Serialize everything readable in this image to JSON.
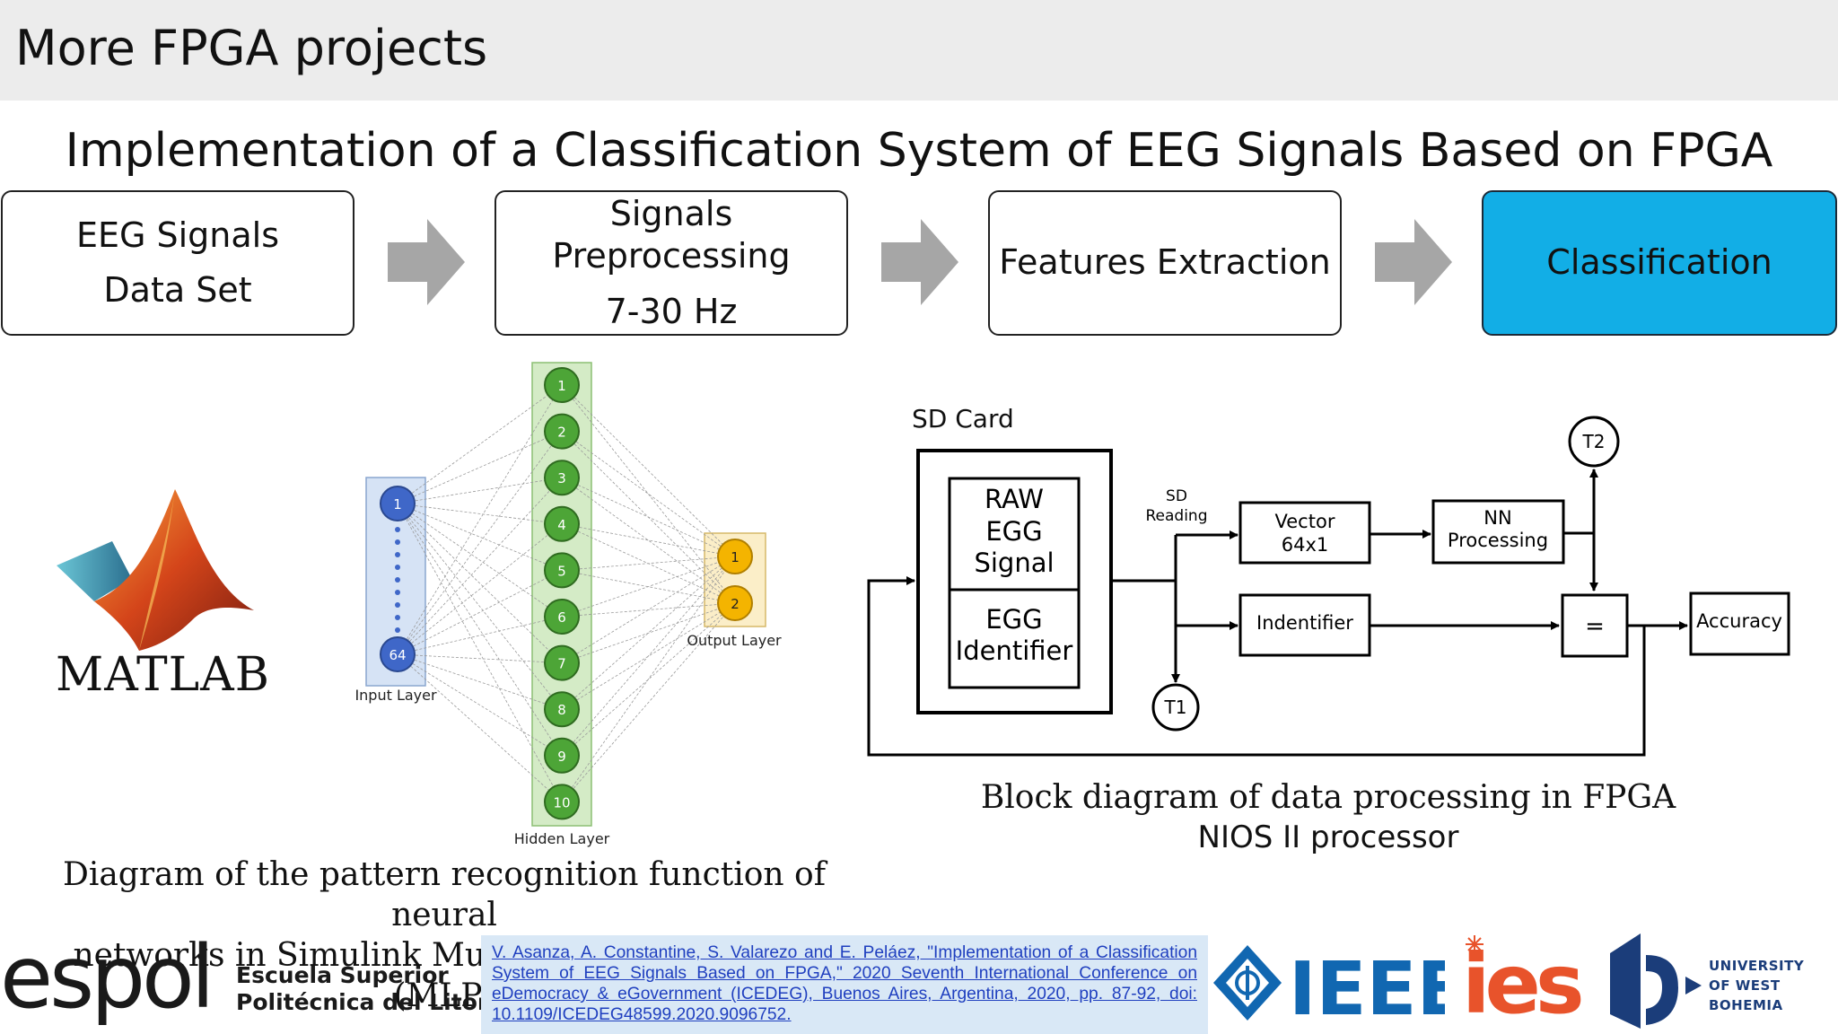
{
  "header": {
    "title": "More FPGA projects"
  },
  "main_title": "Implementation of a Classification System of EEG Signals Based on FPGA",
  "pipeline": [
    {
      "lines": [
        "EEG Signals",
        "Data Set"
      ]
    },
    {
      "lines": [
        "Signals",
        "Preprocessing",
        "7-30 Hz"
      ]
    },
    {
      "lines": [
        "Features Extraction"
      ]
    },
    {
      "lines": [
        "Classification"
      ],
      "color": "#12aee6"
    }
  ],
  "matlab": {
    "label": "MATLAB"
  },
  "mlp": {
    "input_nodes": [
      "1",
      "64"
    ],
    "hidden_nodes": [
      "1",
      "2",
      "3",
      "4",
      "5",
      "6",
      "7",
      "8",
      "9",
      "10"
    ],
    "output_nodes": [
      "1",
      "2"
    ],
    "input_label": "Input Layer",
    "hidden_label": "Hidden Layer",
    "output_label": "Output Layer",
    "colors": {
      "input": "#3f67c8",
      "hidden": "#4da537",
      "output": "#f4b400"
    }
  },
  "block_diagram": {
    "sd_card_label": "SD Card",
    "raw_block": [
      "RAW",
      "EGG",
      "Signal"
    ],
    "identifier_block": [
      "EGG",
      "Identifier"
    ],
    "sd_reading": [
      "SD",
      "Reading"
    ],
    "vector": [
      "Vector",
      "64x1"
    ],
    "nn_processing": [
      "NN",
      "Processing"
    ],
    "indentifier": "Indentifier",
    "equals": "=",
    "accuracy": "Accuracy",
    "t1": "T1",
    "t2": "T2"
  },
  "caption_left": {
    "line1": "Diagram of the pattern recognition function of neural",
    "line2": "networks in Simulink Multi-Layer Perceptron (MLP)"
  },
  "caption_right": {
    "line1": "Block diagram of data processing in FPGA",
    "line2": "NIOS II processor"
  },
  "footer": {
    "espol_logo": "espol",
    "espol_lines": [
      "Escuela Superior",
      "Politécnica del Litoral"
    ],
    "reference": "V. Asanza, A. Constantine, S. Valarezo and E. Peláez, \"Implementation of a Classification System of EEG Signals Based on FPGA,\" 2020 Seventh International Conference on eDemocracy & eGovernment (ICEDEG), Buenos Aires, Argentina, 2020, pp. 87-92, doi: 10.1109/ICEDEG48599.2020.9096752.",
    "ieee_logo": "IEEE",
    "ies_logo": "ies",
    "uwb_lines": [
      "UNIVERSITY",
      "OF WEST BOHEMIA"
    ]
  }
}
